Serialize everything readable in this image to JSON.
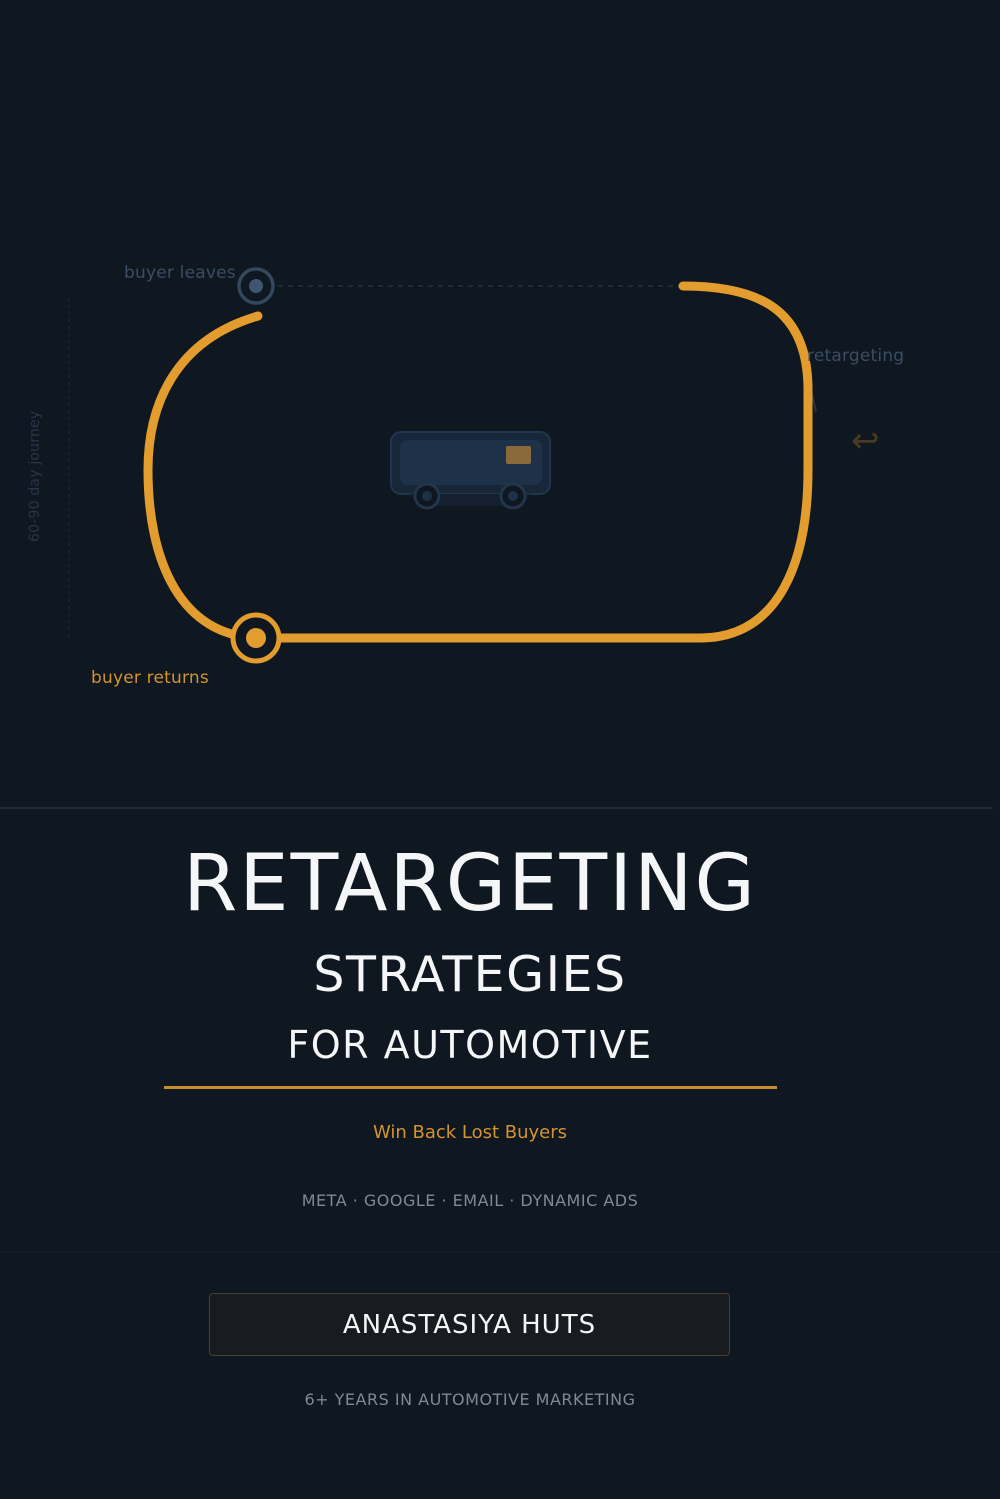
{
  "cover": {
    "illustration": {
      "label_leaves": "buyer leaves",
      "label_retargeting": "retargeting",
      "label_returns": "buyer returns",
      "label_journey": "60-90 day journey",
      "return_arrow": "↩",
      "car_icon": "car-icon",
      "colors": {
        "loop": "#e39d2e",
        "leave_node": "#3a5068",
        "car_body": "#1d3148",
        "car_window": "#8a6a3b"
      }
    },
    "title": {
      "main": "RETARGETING",
      "sub": "STRATEGIES",
      "sub2": "FOR AUTOMOTIVE"
    },
    "tagline": "Win Back Lost Buyers",
    "channels": "META · GOOGLE · EMAIL · DYNAMIC ADS",
    "author": {
      "name": "ANASTASIYA HUTS",
      "bio": "6+ YEARS IN AUTOMOTIVE MARKETING"
    },
    "colors": {
      "background": "#0f1720",
      "accent": "#d4932c",
      "title": "#f4f6f8",
      "muted": "#7f8a97"
    }
  }
}
